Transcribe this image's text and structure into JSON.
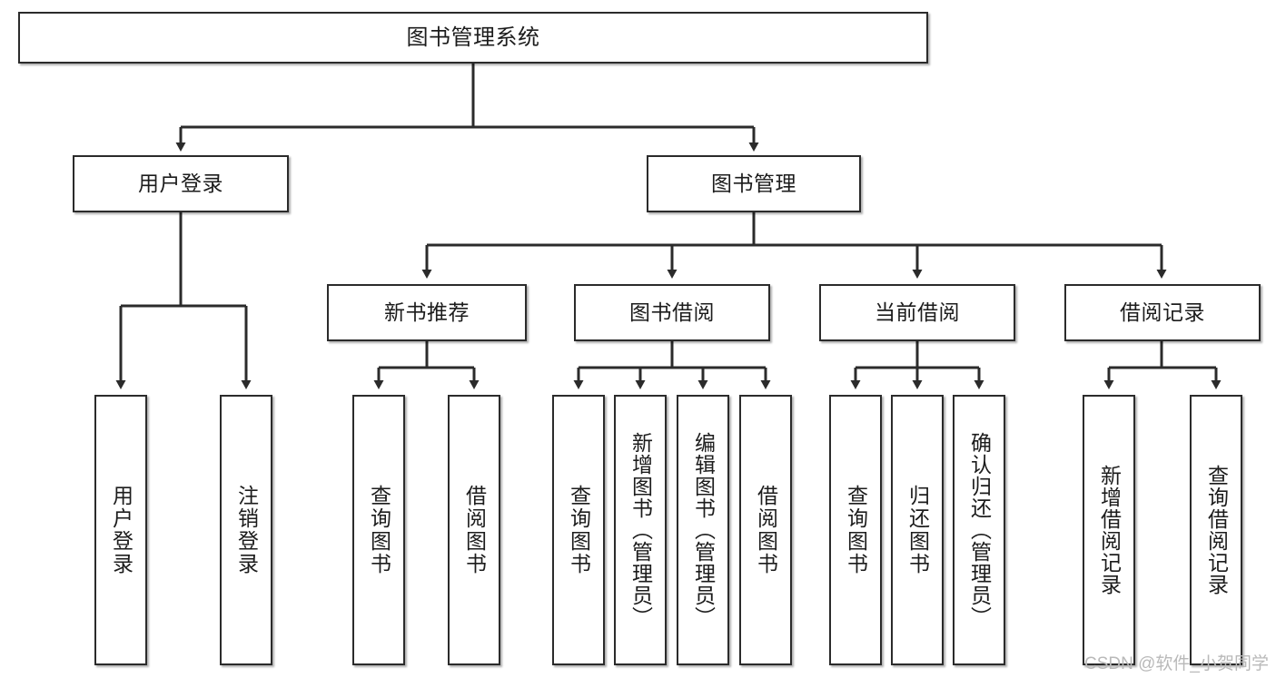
{
  "diagram": {
    "title": "图书管理系统",
    "type": "tree-hierarchy-chart",
    "watermark": "CSDN @软件_小贺同学",
    "colors": {
      "box_border": "#2b2b2b",
      "box_fill": "#ffffff",
      "connector": "#2b2b2b",
      "text": "#1c1c1c",
      "watermark": "#b9b9b9"
    }
  },
  "root": {
    "label": "图书管理系统"
  },
  "level1": [
    {
      "label": "用户登录"
    },
    {
      "label": "图书管理"
    }
  ],
  "level2": [
    {
      "label": "新书推荐"
    },
    {
      "label": "图书借阅"
    },
    {
      "label": "当前借阅"
    },
    {
      "label": "借阅记录"
    }
  ],
  "leaves": {
    "user_login": [
      {
        "label": "用户登录"
      },
      {
        "label": "注销登录"
      }
    ],
    "new_book": [
      {
        "label": "查询图书"
      },
      {
        "label": "借阅图书"
      }
    ],
    "book_borrow": [
      {
        "label": "查询图书"
      },
      {
        "label": "新增图书（管理员）"
      },
      {
        "label": "编辑图书（管理员）"
      },
      {
        "label": "借阅图书"
      }
    ],
    "current_borrow": [
      {
        "label": "查询图书"
      },
      {
        "label": "归还图书"
      },
      {
        "label": "确认归还（管理员）"
      }
    ],
    "borrow_record": [
      {
        "label": "新增借阅记录"
      },
      {
        "label": "查询借阅记录"
      }
    ]
  }
}
